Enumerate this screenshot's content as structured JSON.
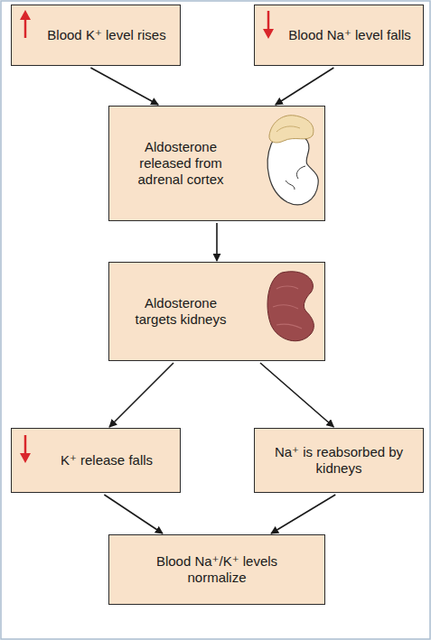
{
  "diagram": {
    "nodes": [
      {
        "text": [
          "Blood K⁺ level rises"
        ]
      },
      {
        "text": [
          "Blood Na⁺ level falls"
        ]
      },
      {
        "text": [
          "Aldosterone released from adrenal cortex"
        ]
      },
      {
        "text": [
          "Aldosterone targets kidneys"
        ]
      },
      {
        "text": [
          "K⁺ release falls"
        ]
      },
      {
        "text": [
          "Na⁺ is reabsorbed by kidneys"
        ]
      },
      {
        "text": [
          "Blood Na⁺/K⁺ levels normalize"
        ]
      }
    ],
    "edges": [
      {
        "from": 0,
        "to": 2,
        "arrow": "to"
      },
      {
        "from": 1,
        "to": 2,
        "arrow": "to"
      },
      {
        "from": 2,
        "to": 3,
        "arrow": "to"
      },
      {
        "from": 3,
        "to": 4,
        "arrow": "to"
      },
      {
        "from": 3,
        "to": 5,
        "arrow": "to"
      },
      {
        "from": 4,
        "to": 6,
        "arrow": "to"
      },
      {
        "from": 5,
        "to": 6,
        "arrow": "to"
      }
    ]
  }
}
